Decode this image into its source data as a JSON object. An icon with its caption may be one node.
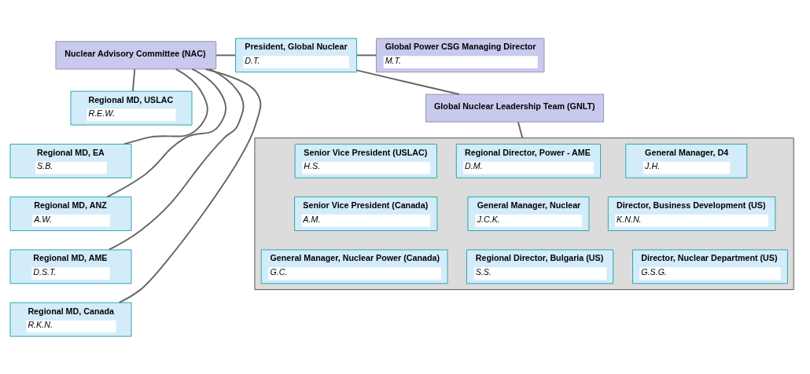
{
  "diagram": {
    "nodes": [
      {
        "text": [
          "Nuclear Advisory Committee (NAC)"
        ]
      },
      {
        "text": [
          "President, Global Nuclear",
          "D.T."
        ]
      },
      {
        "text": [
          "Global Power CSG Managing Director",
          "M.T."
        ]
      },
      {
        "text": [
          "Regional MD, USLAC",
          "R.E.W."
        ]
      },
      {
        "text": [
          "Regional MD, EA",
          "S.B."
        ]
      },
      {
        "text": [
          "Regional MD, ANZ",
          "A.W."
        ]
      },
      {
        "text": [
          "Regional MD, AME",
          "D.S.T."
        ]
      },
      {
        "text": [
          "Regional MD, Canada",
          "R.K.N."
        ]
      },
      {
        "text": [
          "Global Nuclear Leadership Team (GNLT)"
        ]
      },
      {
        "text": [],
        "shape": "box"
      },
      {
        "text": [
          "Senior Vice President (USLAC)",
          "H.S."
        ],
        "in": 9
      },
      {
        "text": [
          "Regional Director, Power - AME",
          "D.M."
        ],
        "in": 9
      },
      {
        "text": [
          "General Manager, D4",
          "J.H."
        ],
        "in": 9
      },
      {
        "text": [
          "Senior Vice President (Canada)",
          "A.M."
        ],
        "in": 9
      },
      {
        "text": [
          "General Manager, Nuclear",
          "J.C.K."
        ],
        "in": 9
      },
      {
        "text": [
          "Director, Business Development (US)",
          "K.N.N."
        ],
        "in": 9
      },
      {
        "text": [
          "General Manager, Nuclear Power (Canada)",
          "G.C."
        ],
        "in": 9
      },
      {
        "text": [
          "Regional Director, Bulgaria (US)",
          "S.S."
        ],
        "in": 9
      },
      {
        "text": [
          "Director, Nuclear Department (US)",
          "G.S.G."
        ],
        "in": 9
      }
    ],
    "edges": [
      {
        "from": 0,
        "to": 1,
        "arrow": "none"
      },
      {
        "from": 1,
        "to": 2,
        "arrow": "none"
      },
      {
        "from": 0,
        "to": 3,
        "arrow": "none"
      },
      {
        "from": 0,
        "to": 4,
        "arrow": "none"
      },
      {
        "from": 0,
        "to": 5,
        "arrow": "none"
      },
      {
        "from": 0,
        "to": 6,
        "arrow": "none"
      },
      {
        "from": 0,
        "to": 7,
        "arrow": "none"
      },
      {
        "from": 1,
        "to": 8,
        "arrow": "none"
      },
      {
        "from": 8,
        "to": 9,
        "arrow": "none"
      }
    ]
  }
}
